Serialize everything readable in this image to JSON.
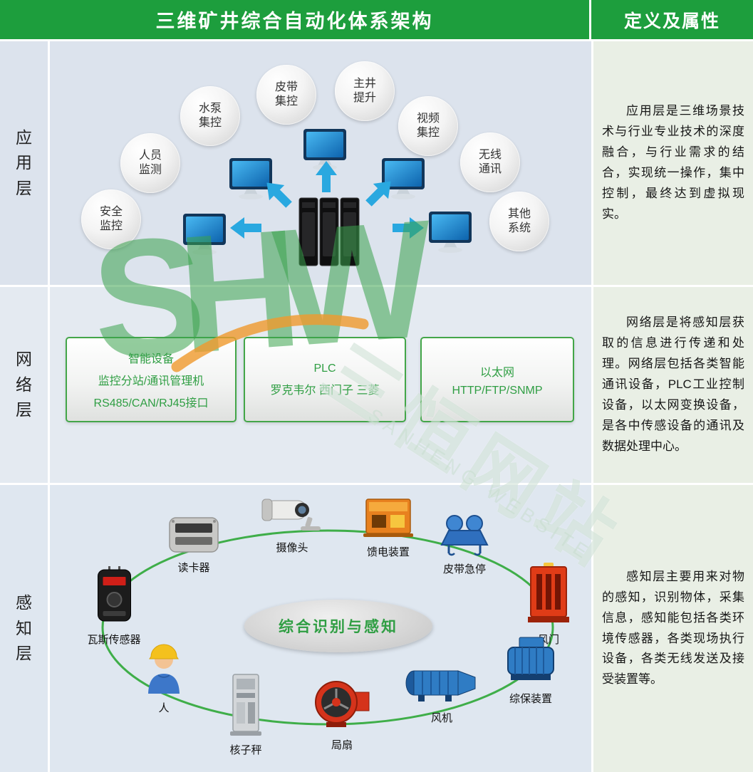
{
  "header": {
    "title": "三维矿井综合自动化体系架构",
    "right_title": "定义及属性"
  },
  "layers": [
    {
      "name": "应用层",
      "description": "应用层是三维场景技术与行业专业技术的深度融合，与行业需求的结合，实现统一操作，集中控制，最终达到虚拟现实。"
    },
    {
      "name": "网络层",
      "description": "网络层是将感知层获取的信息进行传递和处理。网络层包括各类智能通讯设备，PLC工业控制设备，以太网变换设备，是各中传感设备的通讯及数据处理中心。"
    },
    {
      "name": "感知层",
      "description": "感知层主要用来对物的感知，识别物体，采集信息，感知能包括各类环境传感器，各类现场执行设备，各类无线发送及接受装置等。"
    }
  ],
  "application": {
    "bubbles": [
      "水泵集控",
      "皮带集控",
      "主井提升",
      "视频集控",
      "人员监测",
      "无线通讯",
      "安全监控",
      "其他系统"
    ]
  },
  "network": {
    "boxes": [
      {
        "line1": "智能设备",
        "line2": "监控分站/通讯管理机",
        "line3": "RS485/CAN/RJ45接口"
      },
      {
        "line1": "PLC",
        "line2": "罗克韦尔 西门子 三菱"
      },
      {
        "line1": "以太网",
        "line2": "HTTP/FTP/SNMP"
      }
    ]
  },
  "perception": {
    "center_label": "综合识别与感知",
    "devices": [
      "读卡器",
      "摄像头",
      "馈电装置",
      "皮带急停",
      "风门",
      "瓦斯传感器",
      "人",
      "核子秤",
      "局扇",
      "风机",
      "综保装置"
    ]
  },
  "watermark": {
    "logo": "SHW",
    "cn": "三恒网站",
    "en": "SANHENG WEBSITE"
  }
}
